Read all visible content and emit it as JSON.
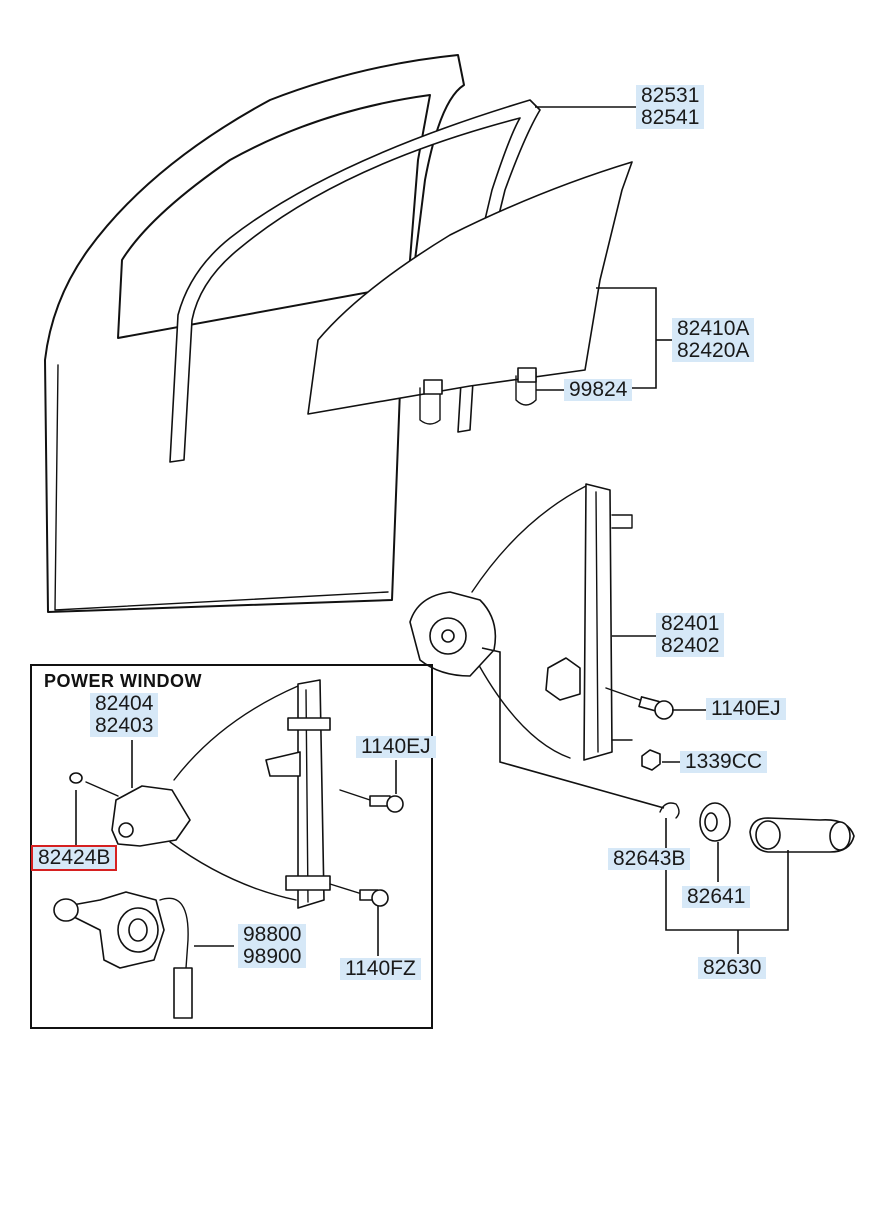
{
  "inset": {
    "title": "POWER WINDOW"
  },
  "labels": {
    "weatherstrip": [
      "82531",
      "82541"
    ],
    "glass": [
      "82410A",
      "82420A"
    ],
    "glass_clip": [
      "99824"
    ],
    "regulator": [
      "82401",
      "82402"
    ],
    "bolt_right": [
      "1140EJ"
    ],
    "nut": [
      "1339CC"
    ],
    "clip": [
      "82643B"
    ],
    "washer": [
      "82641"
    ],
    "handle_assy": [
      "82630"
    ],
    "power_regulator": [
      "82404",
      "82403"
    ],
    "power_bolt": [
      "1140EJ"
    ],
    "power_screw": [
      "82424B"
    ],
    "motor": [
      "98800",
      "98900"
    ],
    "power_bolt_lower": [
      "1140FZ"
    ]
  },
  "colors": {
    "label_bg": "#d6e8f7",
    "highlight": "#d62020",
    "line": "#111111"
  }
}
